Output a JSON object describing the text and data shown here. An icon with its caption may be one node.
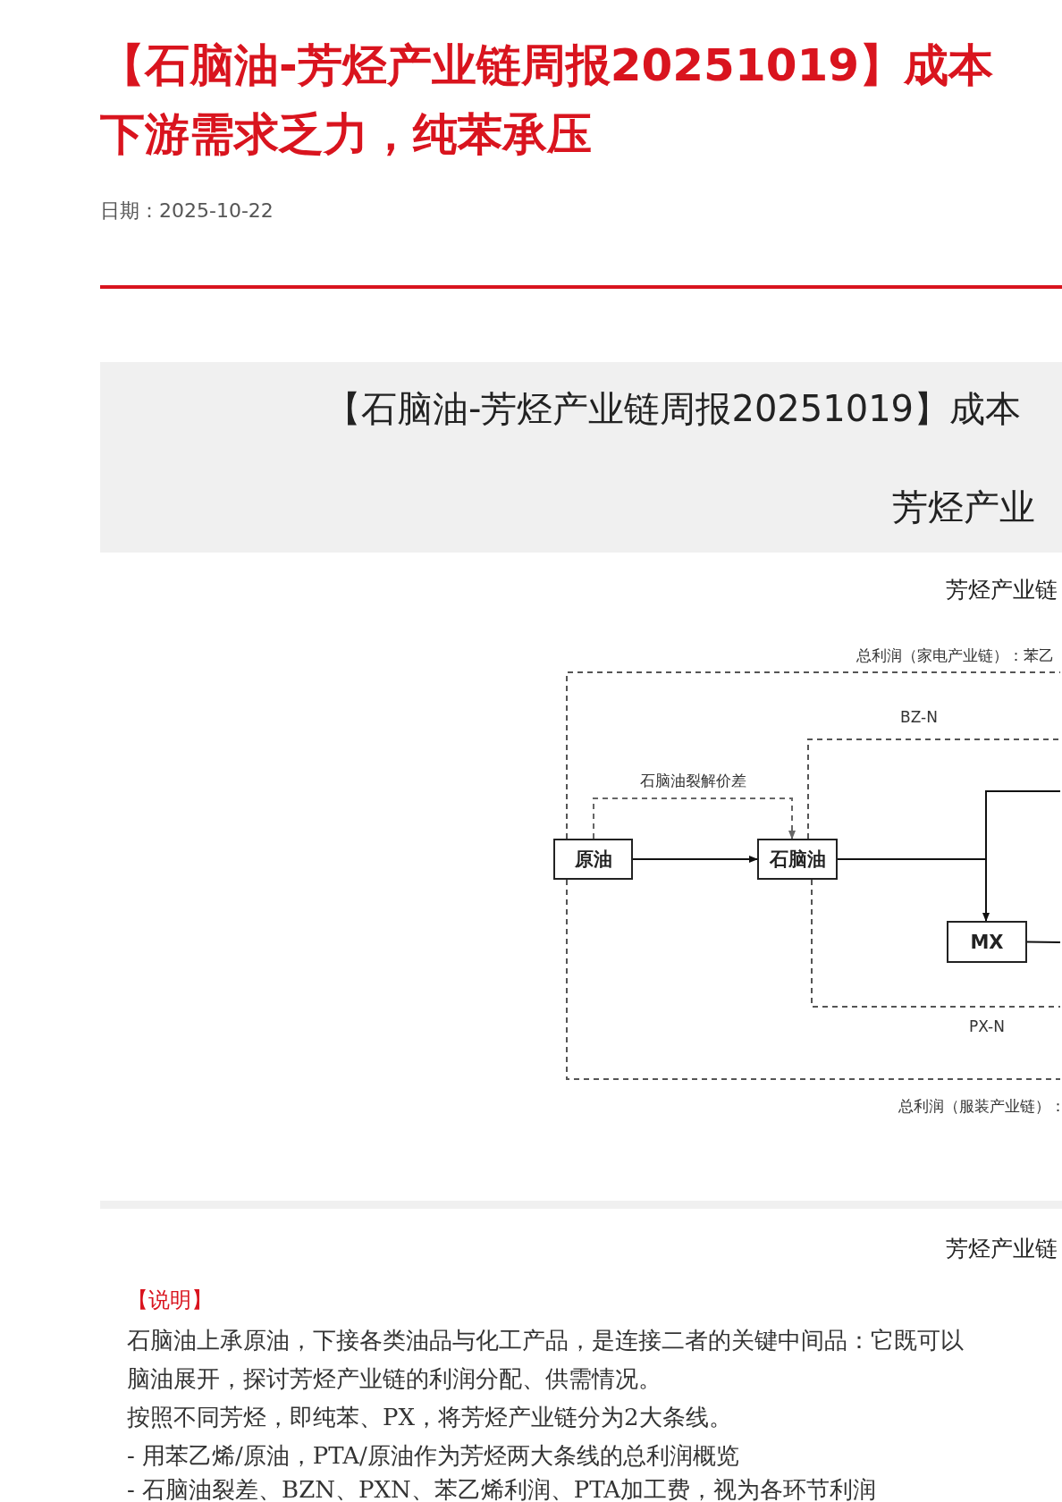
{
  "diagram": {
    "title": "【石脑油-芳烃产业链周报20251019】成本",
    "nodes": [
      {
        "text": [
          "原油"
        ]
      },
      {
        "text": [
          "石脑油"
        ]
      },
      {
        "text": [
          "MX"
        ]
      }
    ],
    "edges": [
      {
        "from": 0,
        "to": 1,
        "arrow": "to"
      },
      {
        "from": 0,
        "to": 1,
        "arrow": "to",
        "label": "石脑油裂解价差",
        "style": "dashed",
        "color": "#666666"
      },
      {
        "from": 1,
        "to": 2,
        "arrow": "to"
      },
      {
        "from": 1,
        "to": null,
        "arrow": "none"
      },
      {
        "from": 2,
        "to": null,
        "arrow": "none"
      },
      {
        "from": 1,
        "to": null,
        "arrow": "none",
        "label": "BZ-N",
        "style": "dashed",
        "color": "#555555"
      },
      {
        "from": 1,
        "to": null,
        "arrow": "none",
        "label": "PX-N",
        "style": "dashed",
        "color": "#555555"
      },
      {
        "from": 0,
        "to": null,
        "arrow": "none",
        "label": "总利润（家电产业链）：苯乙",
        "style": "dashed",
        "color": "#555555"
      },
      {
        "from": 0,
        "to": null,
        "arrow": "none",
        "label": "总利润（服装产业链）：",
        "style": "dashed",
        "color": "#555555"
      }
    ],
    "labels": [
      "下游需求乏力，纯苯承压",
      "日期：2025-10-22",
      "【石脑油-芳烃产业链周报20251019】成本",
      "芳烃产业",
      "芳烃产业链",
      "芳烃产业链",
      "【说明】",
      "石脑油上承原油，下接各类油品与化工产品，是连接二者的关键中间品：它既可以",
      "脑油展开，探讨芳烃产业链的利润分配、供需情况。",
      "按照不同芳烃，即纯苯、PX，将芳烃产业链分为2大条线。",
      "- 用苯乙烯/原油，PTA/原油作为芳烃两大条线的总利润概览",
      "- 石脑油裂差、BZN、PXN、苯乙烯利润、PTA加工费，视为各环节利润"
    ]
  }
}
